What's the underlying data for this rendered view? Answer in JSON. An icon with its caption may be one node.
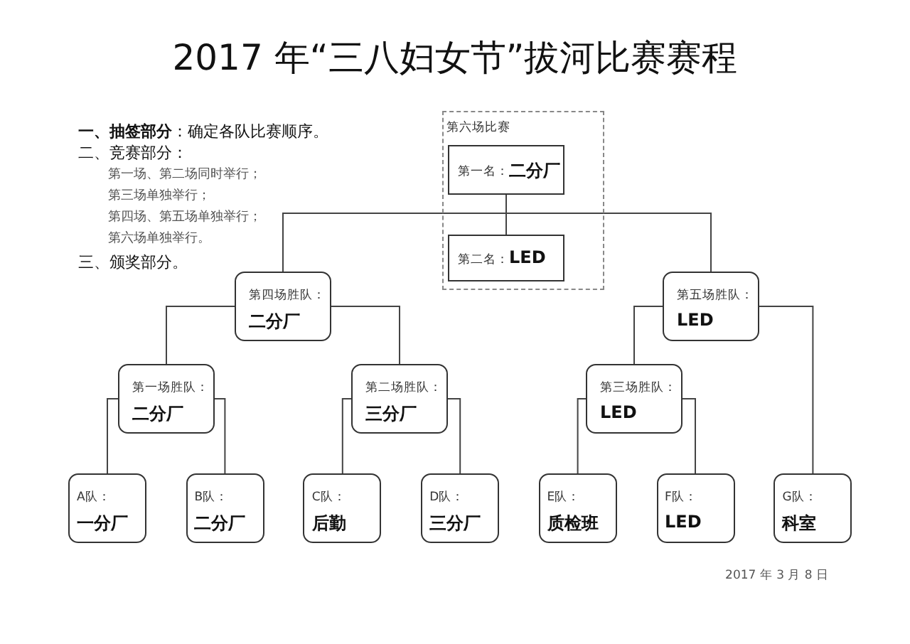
{
  "diagram": {
    "title": "2017 年“三八妇女节”拔河比赛赛程",
    "nodes": [
      {
        "text": [
          "第六场比赛"
        ]
      },
      {
        "text": [
          "第一名：",
          "二分厂"
        ],
        "in": 0
      },
      {
        "text": [
          "第二名：",
          "LED"
        ],
        "in": 0
      },
      {
        "text": [
          "第四场胜队：",
          "二分厂"
        ]
      },
      {
        "text": [
          "第五场胜队：",
          "LED"
        ]
      },
      {
        "text": [
          "第一场胜队：",
          "二分厂"
        ]
      },
      {
        "text": [
          "第二场胜队：",
          "三分厂"
        ]
      },
      {
        "text": [
          "第三场胜队：",
          "LED"
        ]
      },
      {
        "text": [
          "A队：",
          "一分厂"
        ]
      },
      {
        "text": [
          "B队：",
          "二分厂"
        ]
      },
      {
        "text": [
          "C队：",
          "后勤"
        ]
      },
      {
        "text": [
          "D队：",
          "三分厂"
        ]
      },
      {
        "text": [
          "E队：",
          "质检班"
        ]
      },
      {
        "text": [
          "F队：",
          "LED"
        ]
      },
      {
        "text": [
          "G队：",
          "科室"
        ]
      }
    ],
    "edges": [
      {
        "from": 1,
        "to": 2,
        "arrow": "none"
      },
      {
        "from": 3,
        "to": 1,
        "arrow": "none"
      },
      {
        "from": 4,
        "to": 1,
        "arrow": "none"
      },
      {
        "from": 5,
        "to": 3,
        "arrow": "none"
      },
      {
        "from": 6,
        "to": 3,
        "arrow": "none"
      },
      {
        "from": 7,
        "to": 4,
        "arrow": "none"
      },
      {
        "from": 14,
        "to": 4,
        "arrow": "none"
      },
      {
        "from": 8,
        "to": 5,
        "arrow": "none"
      },
      {
        "from": 9,
        "to": 5,
        "arrow": "none"
      },
      {
        "from": 10,
        "to": 6,
        "arrow": "none"
      },
      {
        "from": 11,
        "to": 6,
        "arrow": "none"
      },
      {
        "from": 12,
        "to": 7,
        "arrow": "none"
      },
      {
        "from": 13,
        "to": 7,
        "arrow": "none"
      }
    ],
    "labels": [
      "**一、抽签部分**：确定各队比赛顺序。",
      "二、竞赛部分：",
      "第一场、第二场同时举行；",
      "第三场单独举行；",
      "第四场、第五场单独举行；",
      "第六场单独举行。",
      "三、颁奖部分。",
      "2017 年 3 月 8 日"
    ]
  }
}
